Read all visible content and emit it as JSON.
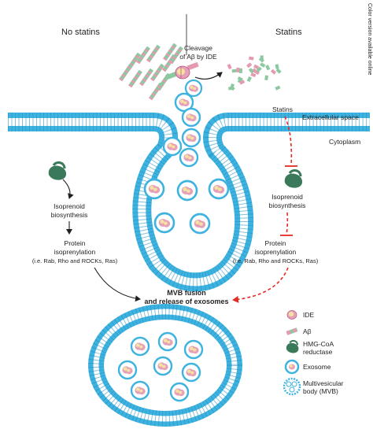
{
  "headings": {
    "left": "No statins",
    "right": "Statins"
  },
  "cleavage": {
    "line1": "Cleavage",
    "line2": "of Aβ by IDE"
  },
  "statins_label": "Statins",
  "extracellular": "Extracellular space",
  "cytoplasm": "Cytoplasm",
  "left_pathway": {
    "isoprenoid": [
      "Isoprenoid",
      "biosynthesis"
    ],
    "protein": [
      "Protein",
      "isoprenylation",
      "(i.e. Rab, Rho and ROCKs, Ras)"
    ]
  },
  "right_pathway": {
    "isoprenoid": [
      "Isoprenoid",
      "biosynthesis"
    ],
    "protein": [
      "Protein",
      "isoprenylation",
      "(i.e. Rab, Rho and ROCKs, Ras)"
    ]
  },
  "mvb_fusion": [
    "MVB fusion",
    "and release of exosomes"
  ],
  "legend": [
    {
      "icon": "ide-icon",
      "label": [
        "IDE"
      ]
    },
    {
      "icon": "abeta-icon",
      "label": [
        "Aβ"
      ]
    },
    {
      "icon": "hmg-coa-reductase-icon",
      "label": [
        "HMG-CoA",
        "reductase"
      ]
    },
    {
      "icon": "exosome-icon",
      "label": [
        "Exosome"
      ]
    },
    {
      "icon": "mvb-icon",
      "label": [
        "Multivesicular",
        "body (MVB)"
      ]
    }
  ],
  "side_note": "Color version available online",
  "colors": {
    "membrane": "#3fb3e0",
    "membrane_dark": "#1f8fc2",
    "ide_pink": "#e6a0b9",
    "ide_yellow": "#f6e2a0",
    "abeta_green": "#8cc8a0",
    "abeta_pink": "#e59ab0",
    "hmg_green": "#3a7a5a",
    "red": "#e32b24",
    "text": "#231f20"
  }
}
